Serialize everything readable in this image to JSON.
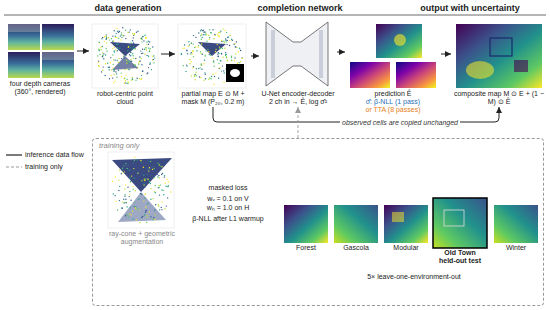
{
  "diagram": {
    "nodes": [
      {
        "text": [
          "four depth cameras (360°, rendered)"
        ]
      },
      {
        "text": [
          "robot-centric point cloud"
        ]
      },
      {
        "text": [
          "partial map E ⊙ M + mask M (P₂₀, 0.2 m)"
        ]
      },
      {
        "text": [
          "U-Net encoder-decoder",
          "2 ch in → Ê, log σ̂²"
        ]
      },
      {
        "text": [
          "prediction Ê",
          "σ̂: β-NLL (1 pass)",
          "or TTA (8 passes)"
        ]
      },
      {
        "text": [
          "composite map M ⊙ E + (1 − M) ⊙ Ê"
        ]
      },
      {
        "text": [
          "training only"
        ]
      },
      {
        "text": [
          "ray-cone + geometric augmentation"
        ],
        "in": 6
      },
      {
        "text": [
          "Forest"
        ],
        "in": 6
      },
      {
        "text": [
          "Gascola"
        ],
        "in": 6
      },
      {
        "text": [
          "Modular"
        ],
        "in": 6
      },
      {
        "text": [
          "Old Town",
          "held-out test"
        ],
        "in": 6
      },
      {
        "text": [
          "Winter"
        ],
        "in": 6
      }
    ],
    "edges": [
      {
        "from": 0,
        "to": 1,
        "arrow": "to"
      },
      {
        "from": 1,
        "to": 2,
        "arrow": "to"
      },
      {
        "from": 2,
        "to": 3,
        "arrow": "to"
      },
      {
        "from": 3,
        "to": 4,
        "arrow": "to"
      },
      {
        "from": 4,
        "to": 5,
        "arrow": "to"
      },
      {
        "from": 2,
        "to": 5,
        "label": "observed cells are copied unchanged",
        "arrow": "to"
      },
      {
        "from": 6,
        "to": 3,
        "arrow": "to"
      }
    ],
    "labels": [
      "data generation",
      "completion network",
      "output with uncertainty",
      "masked loss",
      "wᵥ = 0.1 on V",
      "wₕ = 1.0 on H",
      "β-NLL after L1 warmup",
      "5× leave-one-environment-out"
    ],
    "legend": [
      {
        "text": "inference data flow"
      },
      {
        "text": "training only"
      }
    ]
  }
}
